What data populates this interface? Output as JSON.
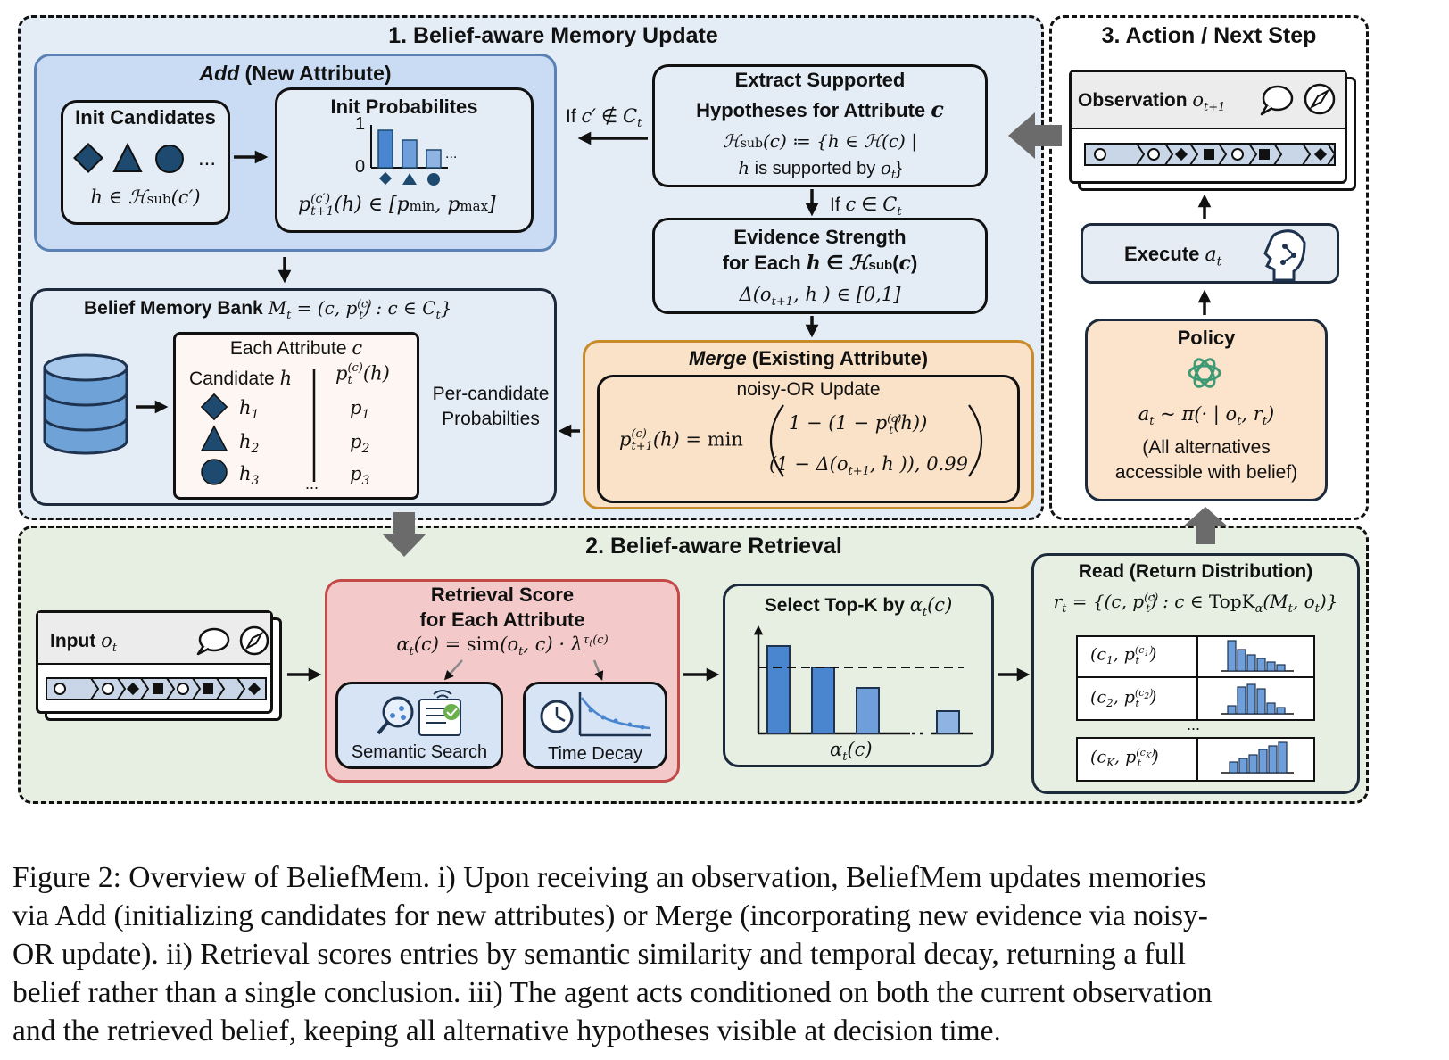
{
  "section1": {
    "title": "1. Belief-aware Memory Update",
    "add": {
      "title_italic": "Add",
      "title_rest": " (New Attribute)",
      "init_candidates_title": "Init Candidates",
      "candidates_ellipsis": "...",
      "candidates_formula": "h ∈ ℋsub(c′)",
      "init_prob_title": "Init Probabilites",
      "axis_one": "1",
      "axis_zero": "0",
      "prob_ellipsis": "...",
      "prob_formula": "p(c′)t+1(h) ∈ [pmin, pmax]"
    },
    "memory_bank": {
      "title": "Belief Memory Bank ",
      "title_formula": "Mt = (c, p(c)t) : c ∈ Ct}",
      "each_attr": "Each Attribute c",
      "col_candidate": "Candidate h",
      "col_prob": "p(c)t(h)",
      "rows": [
        {
          "h": "h1",
          "p": "p1"
        },
        {
          "h": "h2",
          "p": "p2"
        },
        {
          "h": "h3",
          "p": "p3"
        }
      ],
      "ellipsis": "...",
      "per_candidate": [
        "Per-candidate",
        "Probabilties"
      ]
    },
    "extract": {
      "title_l1": "Extract Supported",
      "title_l2": "Hypotheses for Attribute c",
      "formula_l1": "ℋsub(c) ≔ {h ∈ ℋ(c) |",
      "formula_l2": "h is supported by ot}"
    },
    "cond_new": "If c′ ∉ Ct",
    "cond_existing": "If c ∈ Ct",
    "evidence": {
      "title_l1": "Evidence Strength",
      "title_l2": "for Each h ∈ ℋsub(c)",
      "formula": "Δ(ot+1, h) ∈ [0,1]"
    },
    "merge": {
      "title_italic": "Merge",
      "title_rest": " (Existing Attribute)",
      "sub": "noisy-OR Update",
      "formula_lhs": "p(c)t+1(h) = min",
      "formula_top": "1 − (1 − p(c)t(h))",
      "formula_bottom": "(1 − Δ(ot+1, h)), 0.99"
    }
  },
  "section2": {
    "title": "2. Belief-aware Retrieval",
    "input": "Input ot",
    "retrieval": {
      "title_l1": "Retrieval Score",
      "title_l2": "for Each Attribute",
      "formula": "αt(c) = sim(ot, c) · λτt(c)",
      "semantic": "Semantic Search",
      "time_decay": "Time Decay"
    },
    "select": {
      "title": "Select Top-K by αt(c)",
      "xlabel": "αt(c)"
    },
    "read": {
      "title": "Read (Return Distribution)",
      "formula": "rt = {(c, p(c)t) : c ∈ TopKα(Mt, ot)}",
      "rows": [
        "(c1, p(c1)t)",
        "(c2, p(c2)t)",
        "(cK, p(cK)t)"
      ],
      "ellipsis": "..."
    }
  },
  "section3": {
    "title": "3. Action / Next Step",
    "observation": "Observation ot+1",
    "execute": "Execute at",
    "policy": {
      "title": "Policy",
      "formula": "at ~ π(· | ot, rt)",
      "note_l1": "(All alternatives",
      "note_l2": "accessible with belief)"
    }
  },
  "caption": {
    "lines": [
      "Figure 2: Overview of BeliefMem. i) Upon receiving an observation, BeliefMem updates memories",
      "via Add (initializing candidates for new attributes) or Merge (incorporating new evidence via noisy-",
      "OR update). ii) Retrieval scores entries by semantic similarity and temporal decay, returning a full",
      "belief rather than a single conclusion. iii) The agent acts conditioned on both the current observation",
      "and the retrieved belief, keeping all alternative hypotheses visible at decision time."
    ]
  },
  "colors": {
    "section1_bg": "#e4ecf6",
    "section2_bg": "#e6efe2",
    "add_bg": "#c9dcf3",
    "merge_bg": "#fae2c8",
    "merge_border": "#c98a2a",
    "retrieval_bg": "#f3c9c9",
    "retrieval_border": "#c44a4a",
    "policy_bg": "#fbe3cc",
    "bar_blue": "#4a86d0",
    "dark_shape": "#1d4a6e",
    "arrow_gray": "#6b6b6b"
  }
}
